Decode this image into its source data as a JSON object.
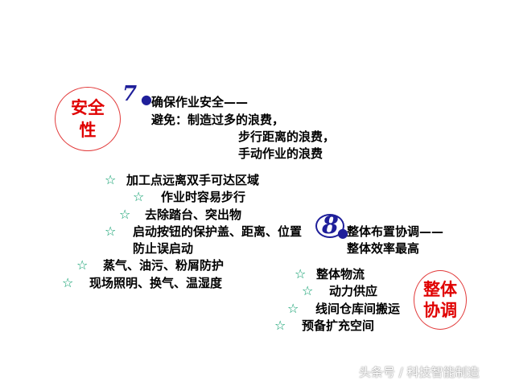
{
  "circles": {
    "safety": {
      "line1": "安全",
      "line2": "性"
    },
    "coordination": {
      "line1": "整体",
      "line2": "协调"
    }
  },
  "item7": {
    "number": "7",
    "title": "确保作业安全——",
    "avoid_label": "避免：制造过多的浪费，",
    "avoid_line2": "步行距离的浪费，",
    "avoid_line3": "手动作业的浪费"
  },
  "safety_points": [
    "加工点远离双手可达区域",
    "作业时容易步行",
    "去除踏台、突出物",
    "启动按钮的保护盖、距离、位置",
    "防止误启动",
    "蒸气、油污、粉屑防护",
    "现场照明、换气、温湿度"
  ],
  "item8": {
    "number": "8",
    "title": "整体布置协调——",
    "subtitle": "整体效率最高"
  },
  "coordination_points": [
    "整体物流",
    "动力供应",
    "线间仓库间搬运",
    "预备扩充空间"
  ],
  "star_glyph": "☆",
  "watermark": "头条号 / 科技智能制造",
  "colors": {
    "accent_red": "#e00000",
    "star_green": "#009a66",
    "number_blue": "#1f1f9a"
  }
}
